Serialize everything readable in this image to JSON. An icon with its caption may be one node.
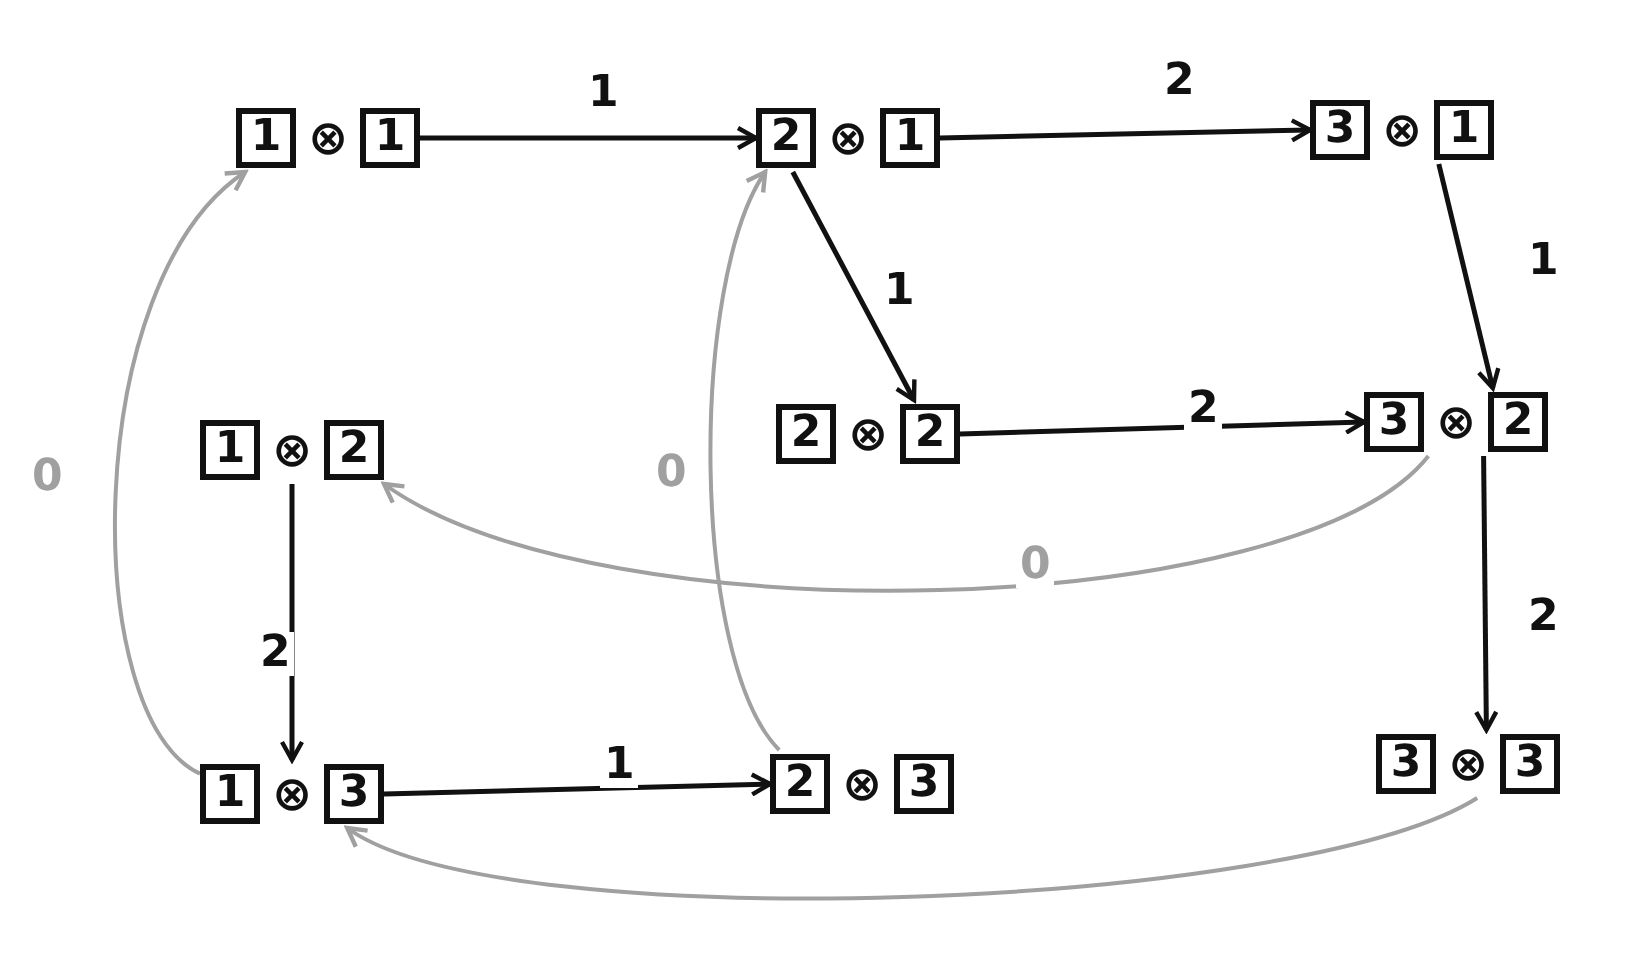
{
  "diagram": {
    "nodes": [
      {
        "text": [
          "1",
          "⊗",
          "1"
        ]
      },
      {
        "text": [
          "2",
          "⊗",
          "1"
        ]
      },
      {
        "text": [
          "3",
          "⊗",
          "1"
        ]
      },
      {
        "text": [
          "1",
          "⊗",
          "2"
        ]
      },
      {
        "text": [
          "2",
          "⊗",
          "2"
        ]
      },
      {
        "text": [
          "3",
          "⊗",
          "2"
        ]
      },
      {
        "text": [
          "1",
          "⊗",
          "3"
        ]
      },
      {
        "text": [
          "2",
          "⊗",
          "3"
        ]
      },
      {
        "text": [
          "3",
          "⊗",
          "3"
        ]
      }
    ],
    "edges": [
      {
        "from": 0,
        "to": 1,
        "arrow": "to",
        "label": "1"
      },
      {
        "from": 1,
        "to": 2,
        "arrow": "to",
        "label": "2"
      },
      {
        "from": 1,
        "to": 4,
        "arrow": "to",
        "label": "1"
      },
      {
        "from": 2,
        "to": 5,
        "arrow": "to",
        "label": "1"
      },
      {
        "from": 4,
        "to": 5,
        "arrow": "to",
        "label": "2"
      },
      {
        "from": 5,
        "to": 8,
        "arrow": "to",
        "label": "2"
      },
      {
        "from": 3,
        "to": 6,
        "arrow": "to",
        "label": "2"
      },
      {
        "from": 6,
        "to": 7,
        "arrow": "to",
        "label": "1"
      },
      {
        "from": 6,
        "to": 0,
        "arrow": "to",
        "label": "0",
        "color": "#a0a0a0"
      },
      {
        "from": 7,
        "to": 1,
        "arrow": "to",
        "label": "0",
        "color": "#a0a0a0"
      },
      {
        "from": 5,
        "to": 3,
        "arrow": "to",
        "label": "0",
        "color": "#a0a0a0"
      },
      {
        "from": 8,
        "to": 6,
        "arrow": "to",
        "color": "#a0a0a0"
      }
    ]
  }
}
